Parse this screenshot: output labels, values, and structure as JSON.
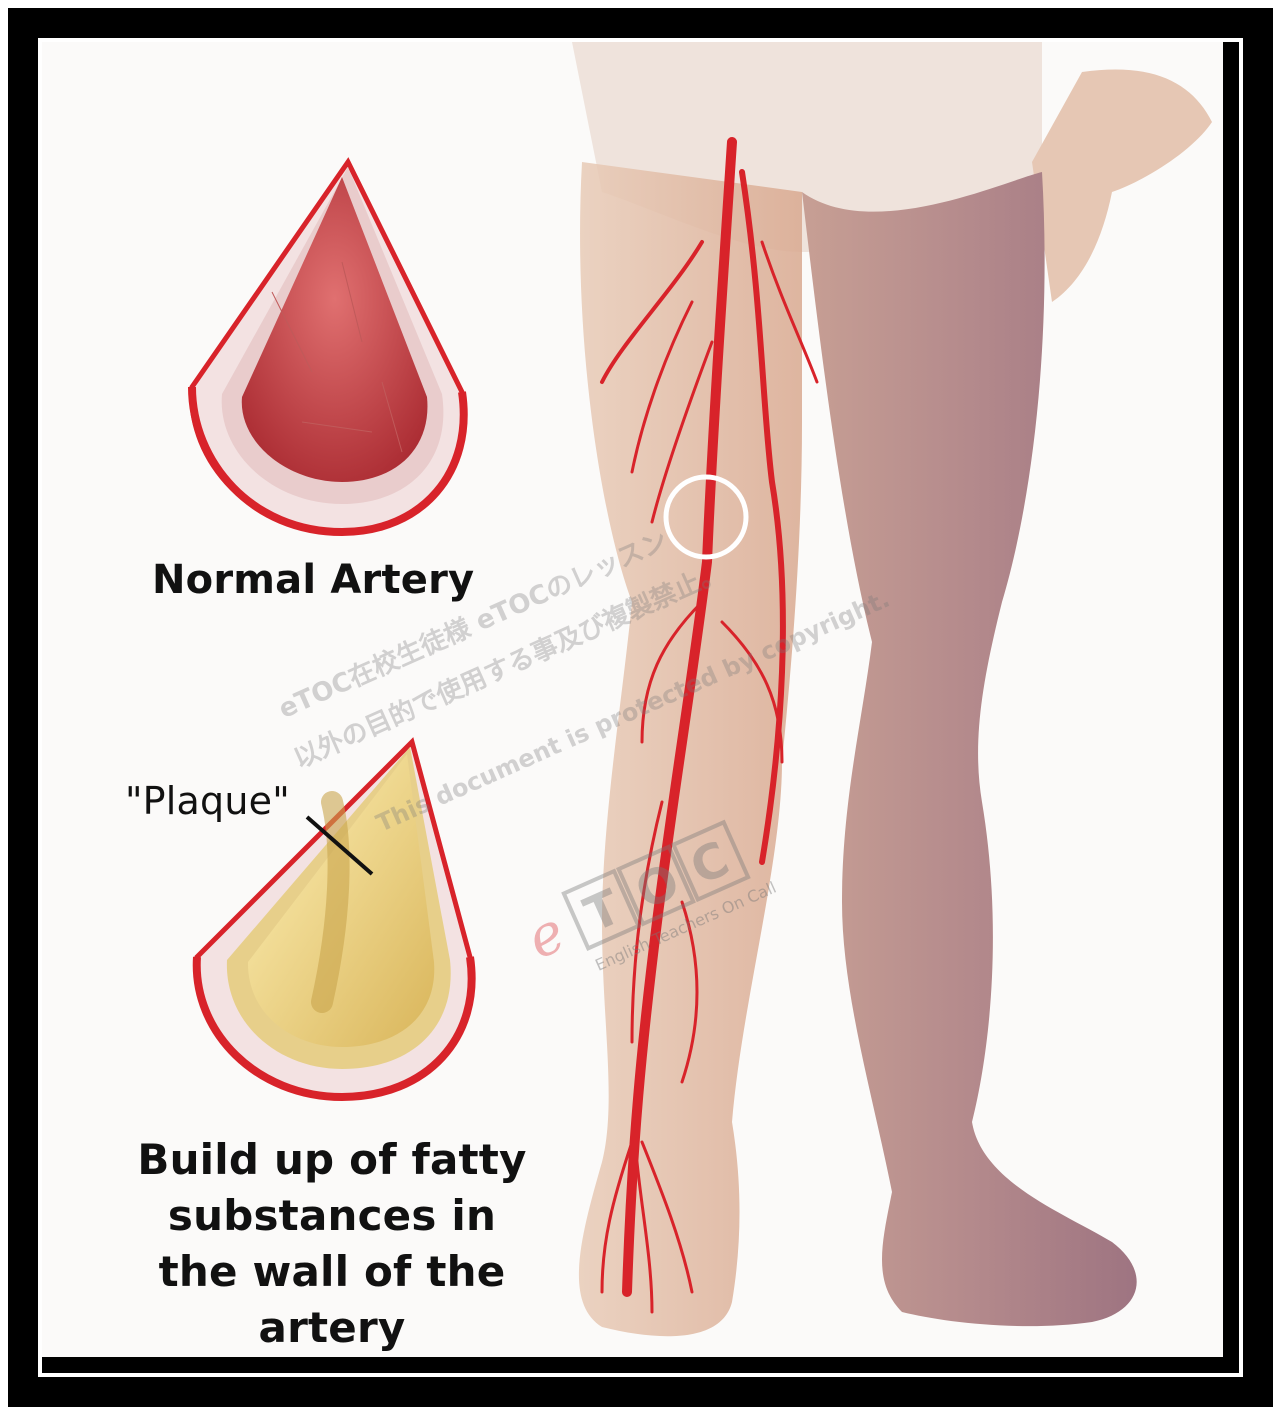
{
  "labels": {
    "normal_artery": "Normal Artery",
    "plaque": "\"Plaque\"",
    "build_up": "Build up of fatty substances in the wall of the artery"
  },
  "watermark": {
    "line1": "eTOC在校生徒様 eTOCのレッスン",
    "line2": "以外の目的で使用する事及び複製禁止。",
    "line3": "This document is protected by copyright."
  },
  "logo": {
    "letters": [
      "e",
      "T",
      "O",
      "C"
    ],
    "tagline": "English Teachers On Call"
  },
  "colors": {
    "artery_red": "#d8232a",
    "plaque_yellow": "#f0d98a",
    "skin": "#e8c6b3",
    "frame": "#000000"
  }
}
